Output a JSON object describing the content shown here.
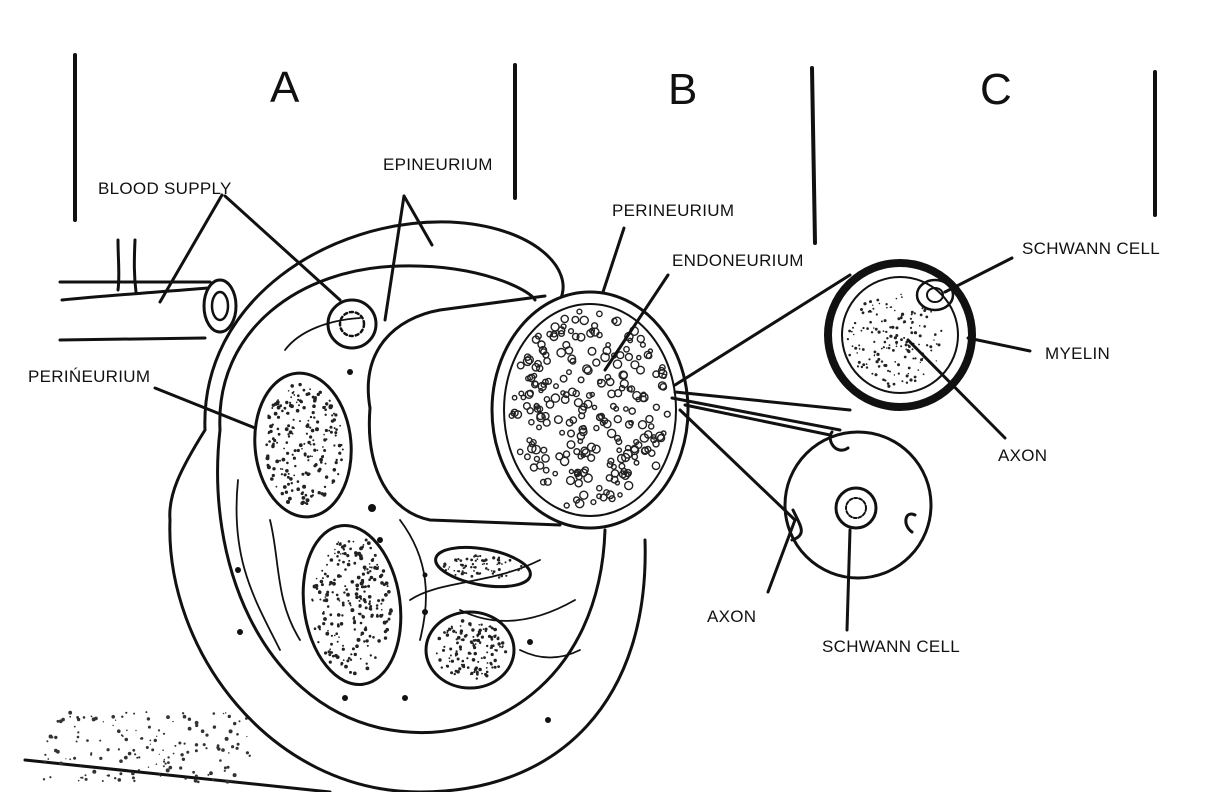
{
  "sections": [
    "A",
    "B",
    "C"
  ],
  "labels": {
    "blood_supply": "BLOOD SUPPLY",
    "epineurium": "EPINEURIUM",
    "perineurium_a": "PERIŃEURIUM",
    "perineurium_b": "PERINEURIUM",
    "endoneurium": "ENDONEURIUM",
    "schwann_cell_top": "SCHWANN CELL",
    "myelin": "MYELIN",
    "axon_right": "AXON",
    "axon_bottom": "AXON",
    "schwann_cell_bottom": "SCHWANN CELL"
  }
}
